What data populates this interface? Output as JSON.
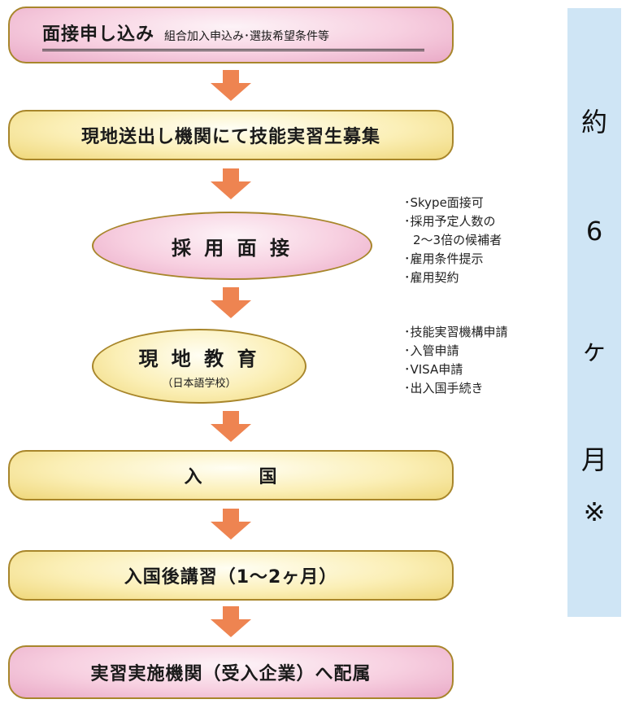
{
  "steps": [
    {
      "title": "面接申し込み",
      "subtitle": "組合加入申込み･選抜希望条件等"
    },
    {
      "title": "現地送出し機関にて技能実習生募集"
    },
    {
      "title": "採 用 面 接"
    },
    {
      "title": "現 地 教 育",
      "subtitle": "（日本語学校）"
    },
    {
      "title": "入　　　国"
    },
    {
      "title": "入国後講習（1～2ヶ月）"
    },
    {
      "title": "実習実施機関（受入企業）へ配属"
    }
  ],
  "notes_interview": [
    "･Skype面接可",
    "･採用予定人数の",
    "2～3倍の候補者",
    "･雇用条件提示",
    "･雇用契約"
  ],
  "notes_education": [
    "･技能実習機構申請",
    "･入管申請",
    "･VISA申請",
    "･出入国手続き"
  ],
  "sidebar": {
    "chars": [
      "約",
      "6",
      "ヶ",
      "月",
      "※"
    ]
  },
  "colors": {
    "pink": "#f7cfe0",
    "yellow": "#fbefb6",
    "border": "#a8862b",
    "arrow": "#ee8451",
    "sidebar": "#cfe5f5"
  }
}
